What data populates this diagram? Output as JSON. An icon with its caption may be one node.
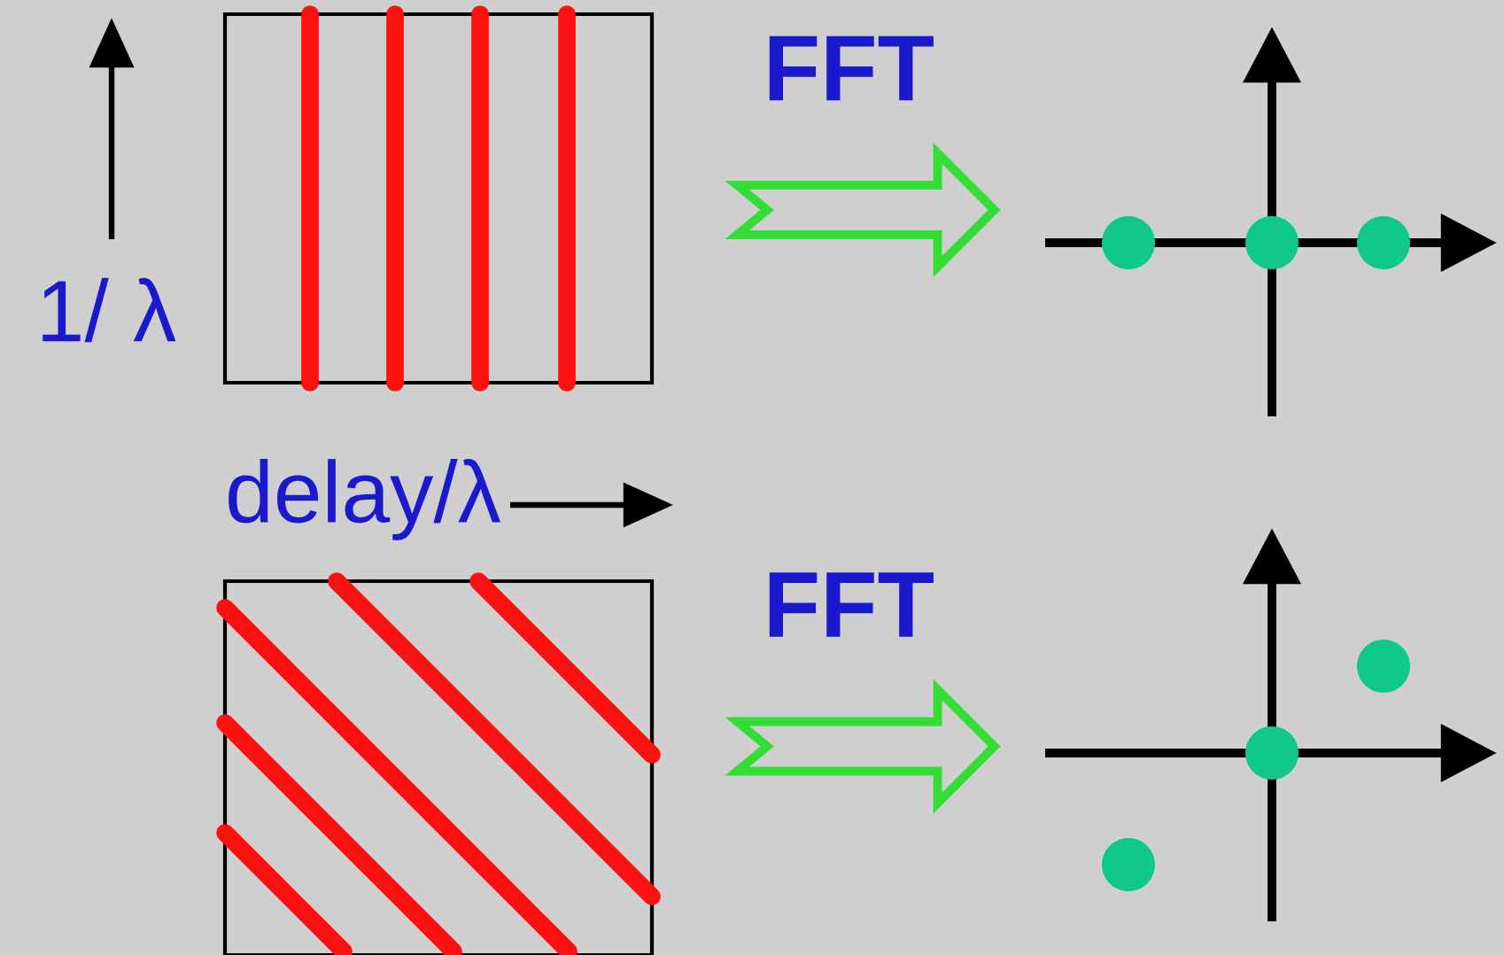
{
  "diagram": {
    "nodes": [
      {
        "text": [],
        "shape": "box"
      },
      {
        "text": [],
        "shape": "plot"
      },
      {
        "text": [],
        "shape": "box"
      },
      {
        "text": [],
        "shape": "plot"
      }
    ],
    "edges": [
      {
        "from": 0,
        "to": 1,
        "arrow": "to",
        "label": "FFT",
        "color": "#33dd33"
      },
      {
        "from": 2,
        "to": 3,
        "arrow": "to",
        "label": "FFT",
        "color": "#33dd33"
      }
    ],
    "labels": [
      "1/ λ",
      "delay/λ"
    ]
  }
}
